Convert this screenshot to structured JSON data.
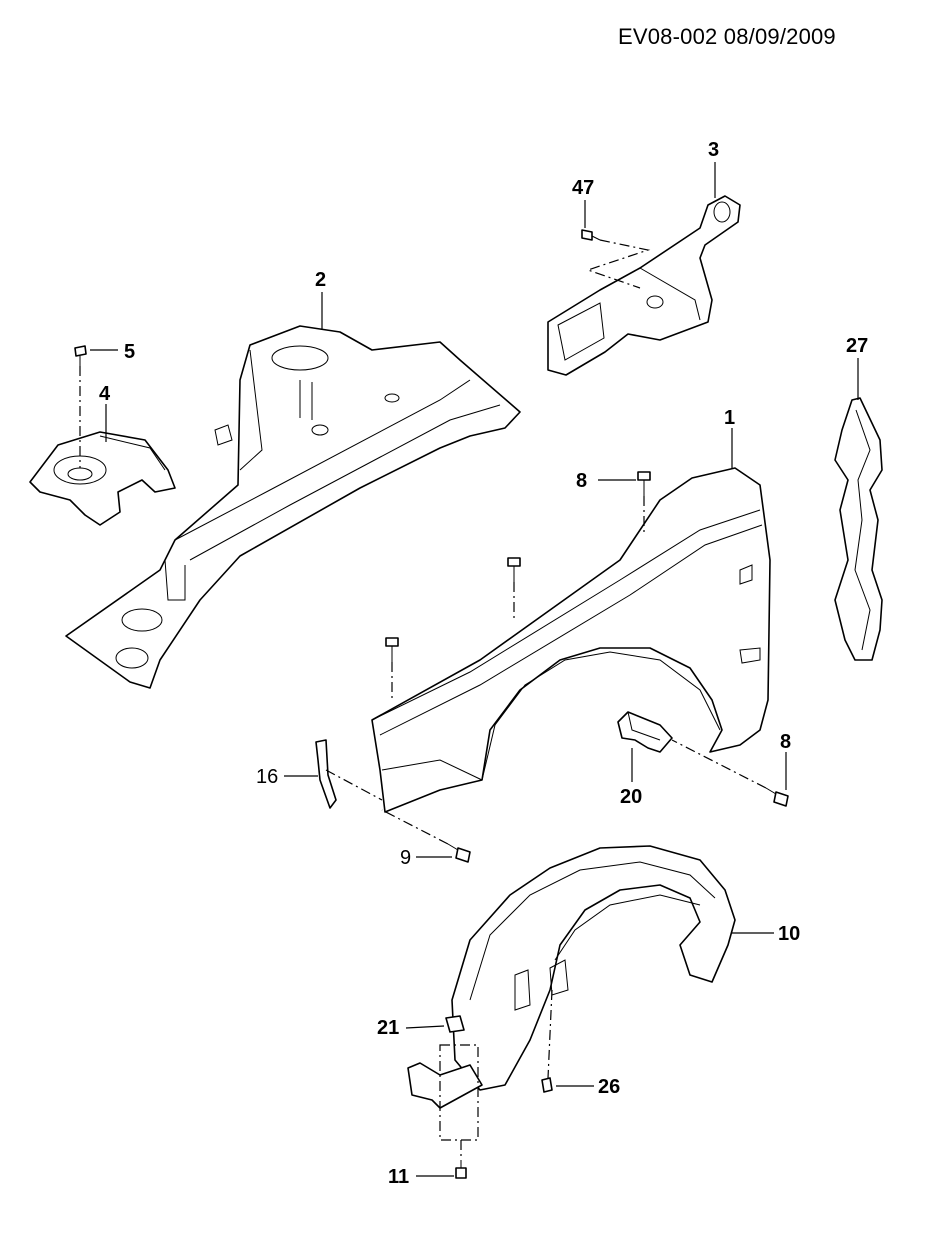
{
  "header": {
    "code": "EV08-002 08/09/2009"
  },
  "callouts": {
    "c1": "1",
    "c2": "2",
    "c3": "3",
    "c4": "4",
    "c5": "5",
    "c8a": "8",
    "c8b": "8",
    "c9": "9",
    "c10": "10",
    "c11": "11",
    "c16": "16",
    "c20": "20",
    "c21": "21",
    "c26": "26",
    "c27": "27",
    "c47": "47"
  }
}
